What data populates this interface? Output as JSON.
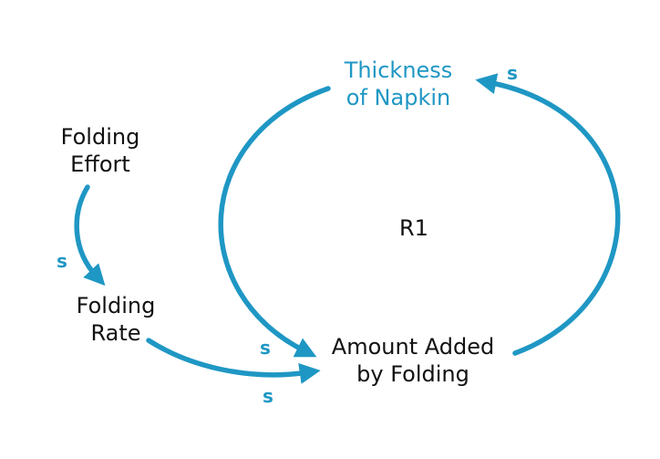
{
  "diagram": {
    "accent_color": "#1f97c4",
    "text_color": "#111111",
    "nodes": {
      "thickness": {
        "line1": "Thickness",
        "line2": "of Napkin"
      },
      "folding_effort": {
        "line1": "Folding",
        "line2": "Effort"
      },
      "folding_rate": {
        "line1": "Folding",
        "line2": "Rate"
      },
      "amount_added": {
        "line1": "Amount Added",
        "line2": "by Folding"
      }
    },
    "loop_label": "R1",
    "links": [
      {
        "from": "folding_effort",
        "to": "folding_rate",
        "polarity": "s"
      },
      {
        "from": "folding_rate",
        "to": "amount_added",
        "polarity": "s"
      },
      {
        "from": "thickness",
        "to": "amount_added",
        "polarity": "s"
      },
      {
        "from": "amount_added",
        "to": "thickness",
        "polarity": "s"
      }
    ]
  }
}
